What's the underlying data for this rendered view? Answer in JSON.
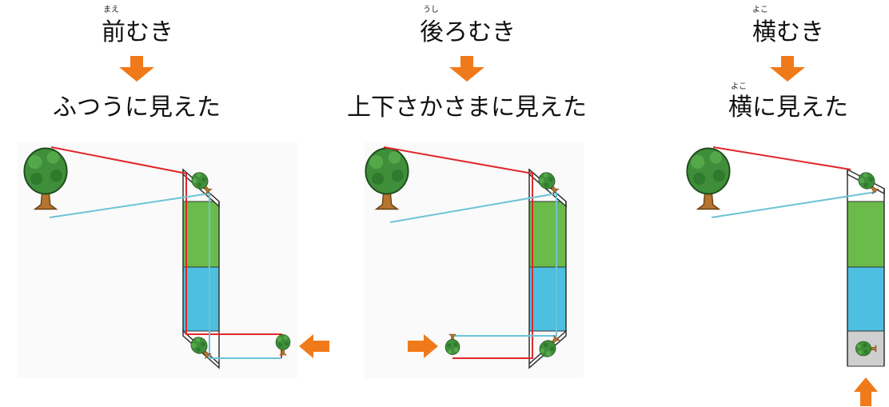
{
  "columns": [
    {
      "id": "front",
      "heading_ruby": "まえ",
      "heading": "前むき",
      "result_ruby": "",
      "result": "ふつうに見えた",
      "arrow_direction": "left"
    },
    {
      "id": "back",
      "heading_ruby": "うし",
      "heading": "後ろむき",
      "result_ruby": "",
      "result": "上下さかさまに見えた",
      "arrow_direction": "right"
    },
    {
      "id": "side",
      "heading_ruby": "よこ",
      "heading": "横むき",
      "result_ruby": "よこ",
      "result": "横に見えた",
      "arrow_direction": "up"
    }
  ],
  "colors": {
    "arrow": "#f07a1a",
    "ray_top": "#e0282a",
    "ray_bottom": "#6cc3d6",
    "mirror_box_green": "#6bbb4a",
    "mirror_box_blue": "#4dbfe0",
    "tree_leaves": "#3f8f3a",
    "tree_trunk": "#b5752e",
    "eyepiece_gray": "#cfcfcf"
  }
}
